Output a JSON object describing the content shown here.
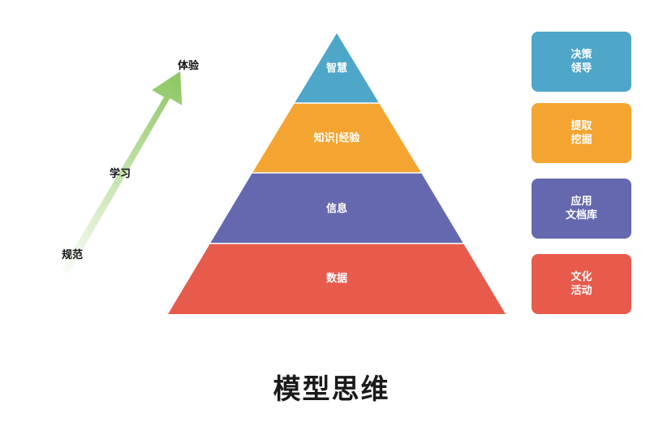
{
  "title": "模型思维",
  "pyramid": {
    "levels": [
      {
        "label": "智慧",
        "color": "#4ea6c9"
      },
      {
        "label": "知识|经验",
        "color": "#f4a531"
      },
      {
        "label": "信息",
        "color": "#6468ae"
      },
      {
        "label": "数据",
        "color": "#e75b4d"
      }
    ]
  },
  "side_boxes": [
    {
      "line1": "决策",
      "line2": "领导",
      "color": "#4ea6c9"
    },
    {
      "line1": "提取",
      "line2": "挖掘",
      "color": "#f4a531"
    },
    {
      "line1": "应用",
      "line2": "文档库",
      "color": "#6468ae"
    },
    {
      "line1": "文化",
      "line2": "活动",
      "color": "#e75b4d"
    }
  ],
  "arrow": {
    "labels": {
      "top": "体验",
      "middle": "学习",
      "bottom": "规范"
    },
    "color": "#8cc660"
  }
}
